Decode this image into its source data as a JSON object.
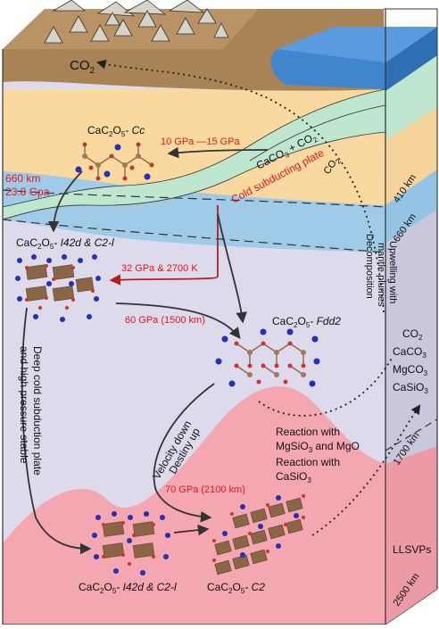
{
  "surface": {
    "co2": "CO",
    "co2_sub": "2"
  },
  "subduction": {
    "reaction_pre": "CaCO",
    "reaction_sub": "3",
    "reaction_post": " + CO",
    "reaction_sub2": "2",
    "plate_label": "Cold subducting plate",
    "co2_side": "CO",
    "co2_side_sub": "2"
  },
  "boundary_left": {
    "depth": "660 km",
    "pressure": "23.8 Gpa"
  },
  "depth_scale": [
    "410 km",
    "660 km",
    "1700 km",
    "2500 km"
  ],
  "phases": {
    "cc": {
      "prefix": "CaC",
      "sub1": "2",
      "mid": "O",
      "sub2": "5",
      "suffix": "- Cc"
    },
    "i42d_top": {
      "prefix": "CaC",
      "sub1": "2",
      "mid": "O",
      "sub2": "5",
      "suffix": "- I42d & C2-l"
    },
    "fdd2": {
      "prefix": "CaC",
      "sub1": "2",
      "mid": "O",
      "sub2": "5",
      "suffix": "- Fdd2"
    },
    "i42d_bottom": {
      "prefix": "CaC",
      "sub1": "2",
      "mid": "O",
      "sub2": "5",
      "suffix": "- I42d & C2-l"
    },
    "c2": {
      "prefix": "CaC",
      "sub1": "2",
      "mid": "O",
      "sub2": "5",
      "suffix": "- C2"
    }
  },
  "conditions": {
    "c1": "10 GPa —15 GPa",
    "c2": "32 GPa & 2700 K",
    "c3": "60 GPa (1500 km)",
    "c4": "70 GPa  (2100 km)"
  },
  "notes": {
    "deep_line1": "Deep cold subduction plate",
    "deep_line2": "and high pressure stable",
    "velocity": "Velocity down",
    "density": "Destiny up",
    "upwelling_1": "Upwelling with",
    "upwelling_2": "mantle plumes",
    "upwelling_3": "Decomposition",
    "reaction1_a": "Reaction with",
    "reaction1_b": "MgSiO",
    "reaction1_sub": "3",
    "reaction1_c": " and MgO",
    "reaction2_a": "Reaction with",
    "reaction2_b": "CaSiO",
    "reaction2_sub": "3",
    "llsvps": "LLSVPs"
  },
  "products": {
    "p1": "CO",
    "p1_sub": "2",
    "p2": "CaCO",
    "p2_sub": "3",
    "p3": "MgCO",
    "p3_sub": "3",
    "p4": "CaSiO",
    "p4_sub": "3"
  },
  "colors": {
    "crust": "#a88355",
    "upper_mantle": "#f9d9a0",
    "transition": "#9fcbe8",
    "slab": "#bfe6cf",
    "lower_mantle": "#dcdaeb",
    "llsvp": "#f4a6b1",
    "ocean": "#3f86cf",
    "red_text": "#e0171d"
  }
}
